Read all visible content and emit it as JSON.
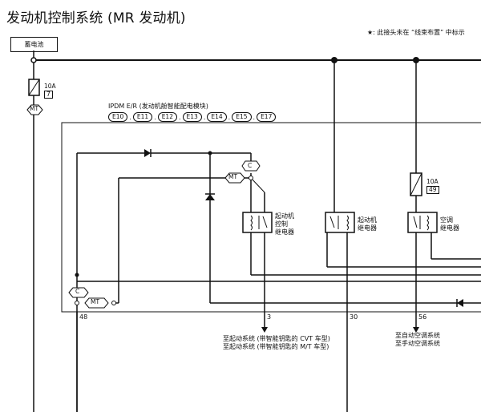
{
  "title": "发动机控制系统 (MR 发动机)",
  "note": "★: 此接头未在 “线束布置” 中标示",
  "battery": {
    "label": "蓄电池"
  },
  "fuse1": {
    "amp": "10A",
    "number": "7"
  },
  "fuse2": {
    "amp": "10A",
    "number": "49"
  },
  "connector_mt": "MT",
  "connector_c": "C",
  "ipdm": {
    "title": "IPDM E/R (发动机舱智能配电模块)",
    "connectors": [
      "E10",
      "E11",
      "E12",
      "E13",
      "E14",
      "E15",
      "E17"
    ],
    "separator": "."
  },
  "relays": [
    {
      "lines": [
        "起动机",
        "控制",
        "继电器"
      ]
    },
    {
      "lines": [
        "起动机",
        "继电器"
      ]
    },
    {
      "lines": [
        "空调",
        "继电器"
      ]
    }
  ],
  "terminals": {
    "t48": "48",
    "t3": "3",
    "t30": "30",
    "t56": "56"
  },
  "dest_starter": [
    "至起动系统 (带智能钥匙的 CVT 车型)",
    "至起动系统 (带智能钥匙的 M/T 车型)"
  ],
  "dest_ac": [
    "至自动空调系统",
    "至手动空调系统"
  ]
}
